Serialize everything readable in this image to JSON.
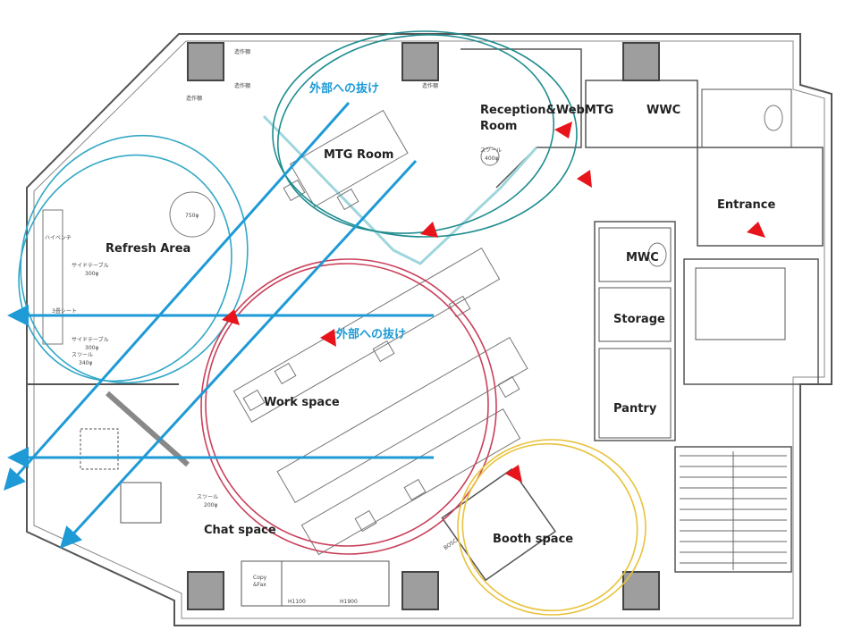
{
  "colors": {
    "wall": "#555555",
    "thin": "#8a8a8a",
    "glass": "#9fd6de",
    "arrow_blue": "#1e9ad6",
    "marker_red": "#e8141c",
    "zone_teal": "#1f8c8f",
    "zone_cyan": "#33a7c6",
    "zone_red": "#c9405a",
    "zone_yellow": "#e8c23a",
    "column_fill": "#9e9e9e"
  },
  "rooms": {
    "reception": "Reception&WebMTG",
    "reception_2": "Room",
    "wwc": "WWC",
    "mtg": "MTG Room",
    "entrance": "Entrance",
    "refresh": "Refresh Area",
    "mwc": "MWC",
    "storage": "Storage",
    "pantry": "Pantry",
    "work": "Work space",
    "chat": "Chat space",
    "booth": "Booth space"
  },
  "notes": {
    "view_outside_top": "外部への抜け",
    "view_outside_mid": "外部への抜け"
  },
  "small_text": {
    "shelf_1": "造作棚",
    "shelf_2": "造作棚",
    "shelf_3": "造作棚",
    "shelf_4": "造作棚",
    "highbench": "ハイベンチ",
    "sidetable_1": "サイドテーブル",
    "sidetable_1b": "300φ",
    "sidetable_2": "サイドテーブル",
    "sidetable_2b": "300φ",
    "stool_1": "スツール",
    "stool_1b": "340φ",
    "tatami": "3畳シート",
    "round_table": "750φ",
    "stool_2": "スツール",
    "stool_2b": "400φ",
    "stool_3": "スツール",
    "stool_3b": "200φ",
    "copy": "Copy",
    "copy_2": "&Fax",
    "h1100": "H1100",
    "h1900": "H1900",
    "booth_tag": "BOSC"
  }
}
